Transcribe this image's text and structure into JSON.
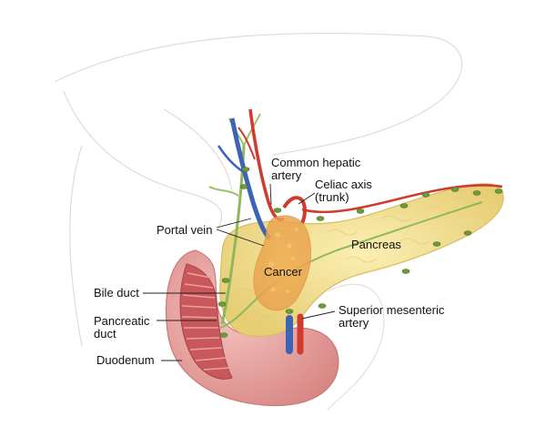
{
  "labels": {
    "common_hepatic_artery": [
      "Common hepatic",
      "artery"
    ],
    "celiac_axis": [
      "Celiac axis",
      "(trunk)"
    ],
    "portal_vein": [
      "Portal vein"
    ],
    "pancreas": [
      "Pancreas"
    ],
    "cancer": [
      "Cancer"
    ],
    "bile_duct": [
      "Bile duct"
    ],
    "pancreatic_duct": [
      "Pancreatic",
      "duct"
    ],
    "superior_mesenteric_artery": [
      "Superior mesenteric",
      "artery"
    ],
    "duodenum": [
      "Duodenum"
    ]
  },
  "colors": {
    "pancreas": "#f3df8f",
    "duodenum": "#e9a2a0",
    "duodenum_inner": "#c8585b",
    "tumor": "#e9a24a",
    "artery": "#cf3b2f",
    "vein": "#3e63b4",
    "duct": "#8fb85a",
    "lymph_node": "#6f9a3a",
    "liver_outline": "#e8d8d6"
  }
}
